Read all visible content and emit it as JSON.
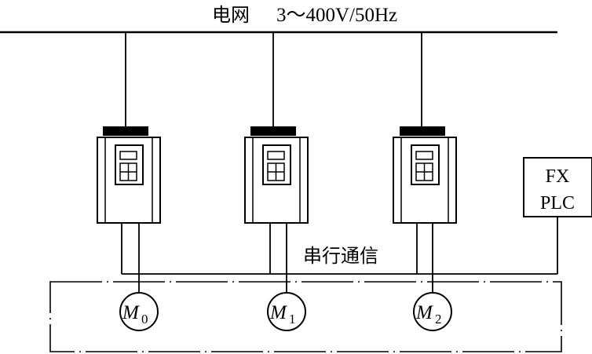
{
  "grid": {
    "label_cn": "电网",
    "label_spec": "3～400V/50Hz"
  },
  "comm": {
    "label": "串行通信"
  },
  "plc": {
    "line1": "FX",
    "line2": "PLC"
  },
  "motors": [
    {
      "letter": "M",
      "sub": "0"
    },
    {
      "letter": "M",
      "sub": "1"
    },
    {
      "letter": "M",
      "sub": "2"
    }
  ]
}
